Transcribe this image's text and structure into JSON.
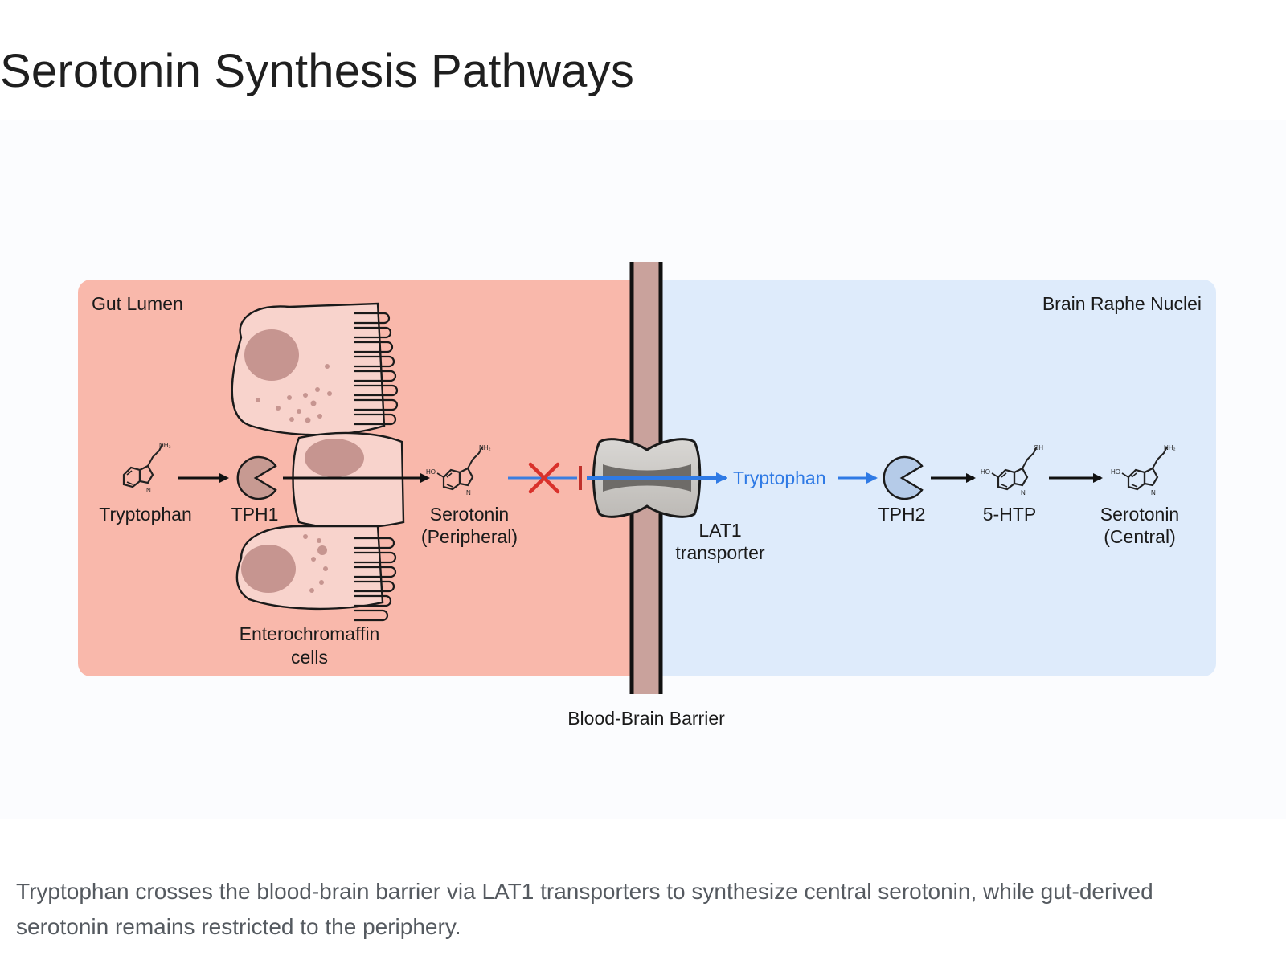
{
  "title": "Serotonin Synthesis Pathways",
  "diagram": {
    "gut_label": "Gut Lumen",
    "brain_label": "Brain Raphe Nuclei",
    "tryptophan_gut": "Tryptophan",
    "tph1": "TPH1",
    "serotonin_peripheral_line1": "Serotonin",
    "serotonin_peripheral_line2": "(Peripheral)",
    "enterochromaffin_line1": "Enterochromaffin",
    "enterochromaffin_line2": "cells",
    "tryptophan_brain": "Tryptophan",
    "lat1_line1": "LAT1",
    "lat1_line2": "transporter",
    "tph2": "TPH2",
    "five_htp": "5-HTP",
    "serotonin_central_line1": "Serotonin",
    "serotonin_central_line2": "(Central)",
    "bbb_label": "Blood-Brain Barrier",
    "nh2": "NH₂",
    "ho": "HO",
    "oh": "OH",
    "n_h": "N",
    "colors": {
      "gut": "#f9b8ab",
      "brain": "#deebfb",
      "barrier": "#c9a29c",
      "blue_arrow": "#2f7ae5",
      "block": "#d9312b",
      "tph1": "#c79a92",
      "tph2": "#b5cbe8"
    }
  },
  "caption": "Tryptophan crosses the blood-brain barrier via LAT1 transporters to synthesize central serotonin, while gut-derived serotonin remains restricted to the periphery."
}
